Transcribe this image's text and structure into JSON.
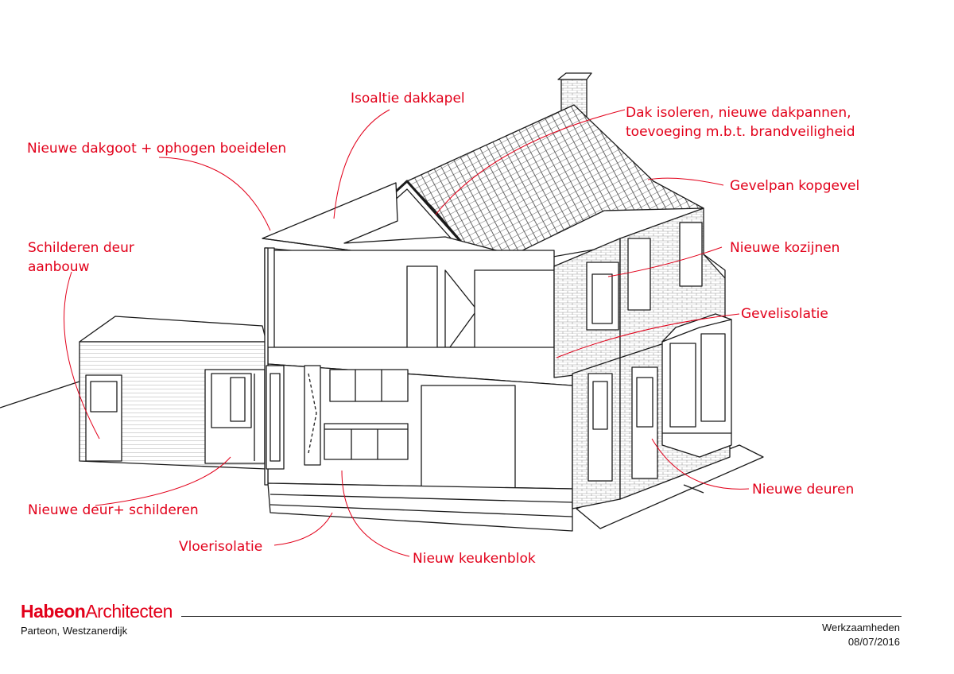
{
  "annotations": {
    "isolatie_dakkapel": "Isoaltie dakkapel",
    "dak_isoleren_line1": "Dak isoleren, nieuwe dakpannen,",
    "dak_isoleren_line2": "toevoeging m.b.t. brandveiligheid",
    "dakgoot": "Nieuwe dakgoot + ophogen boeidelen",
    "gevelpan": "Gevelpan kopgevel",
    "schilderen_line1": "Schilderen deur",
    "schilderen_line2": "aanbouw",
    "kozijnen": "Nieuwe kozijnen",
    "gevelisolatie": "Gevelisolatie",
    "nieuwe_deuren": "Nieuwe deuren",
    "nieuwe_deur_schilderen": "Nieuwe deur+ schilderen",
    "vloerisolatie": "Vloerisolatie",
    "keukenblok": "Nieuw keukenblok"
  },
  "titleblock": {
    "brand_bold": "Habeon",
    "brand_regular": "Architecten",
    "project": "Parteon, Westzanerdijk",
    "subject": "Werkzaamheden",
    "date": "08/07/2016"
  },
  "colors": {
    "accent": "#e2001a",
    "line": "#1a1a1a"
  }
}
